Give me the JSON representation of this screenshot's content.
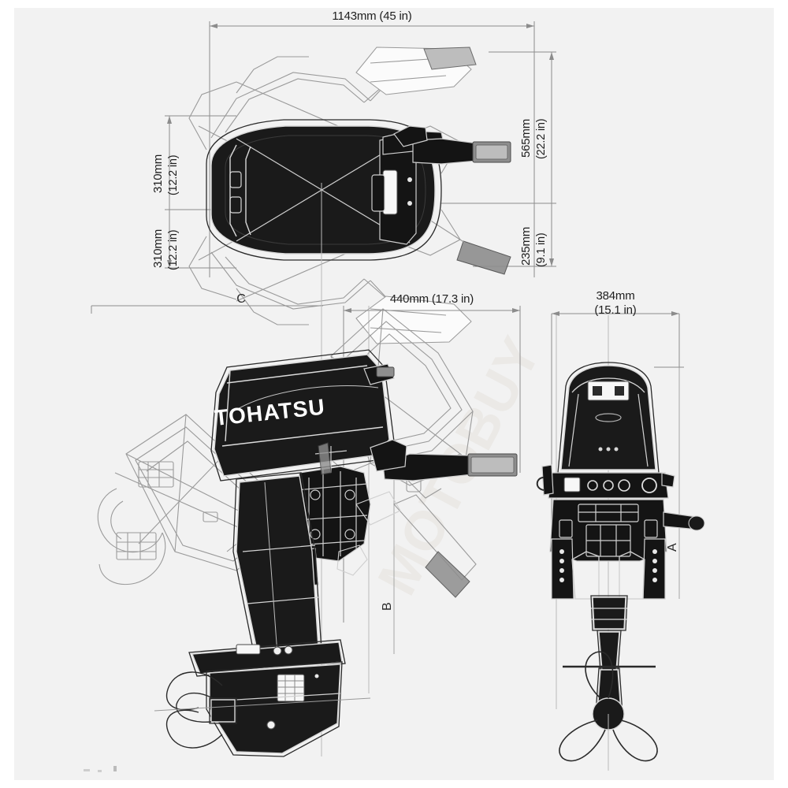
{
  "document": {
    "kind": "outboard-motor-dimension-drawing",
    "brand": "TOHATSU",
    "background_color": "#f2f2f2",
    "line_color": "#8c8c8c",
    "body_color": "#1a1a1a"
  },
  "watermark": {
    "text": "MOTOBUY"
  },
  "logo": {
    "text": "TOHATSU"
  },
  "dimensions": {
    "top_width": "1143mm (45 in)",
    "top_left_upper": "310mm",
    "top_left_upper_in": "(12.2 in)",
    "top_left_lower": "310mm",
    "top_left_lower_in": "(12.2 in)",
    "top_right_upper": "565mm",
    "top_right_upper_in": "(22.2 in)",
    "top_right_lower": "235mm",
    "top_right_lower_in": "(9.1 in)",
    "side_width": "440mm (17.3 in)",
    "front_width_mm": "384mm",
    "front_width_in": "(15.1 in)"
  },
  "callouts": {
    "a": "A",
    "b": "B",
    "c": "C"
  },
  "views": {
    "top": "top-view",
    "side": "side-view",
    "front": "front-view"
  }
}
